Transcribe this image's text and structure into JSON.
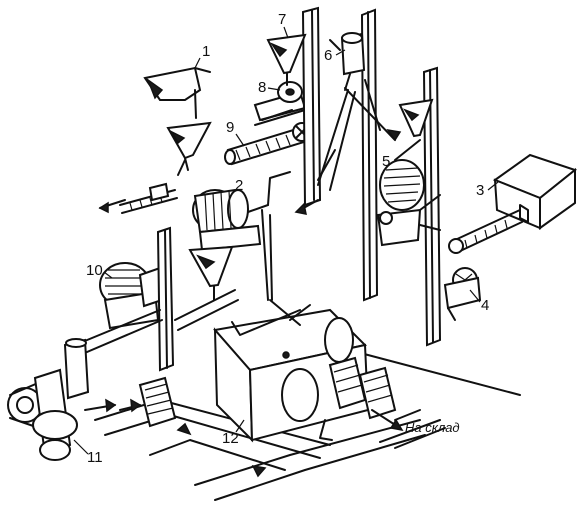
{
  "labels": {
    "l1": "1",
    "l2": "2",
    "l3": "3",
    "l4": "4",
    "l5": "5",
    "l6": "6",
    "l7": "7",
    "l8": "8",
    "l9": "9",
    "l10": "10",
    "l11": "11",
    "l12": "12"
  },
  "caption": "На склад"
}
